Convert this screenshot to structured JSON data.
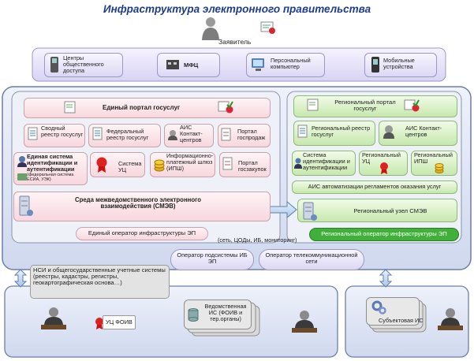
{
  "title": "Инфраструктура электронного правительства",
  "applicant": "Заявитель",
  "access": [
    {
      "label": "Центры общественного доступа",
      "icon": "public-access-terminal-icon"
    },
    {
      "label": "МФЦ",
      "icon": "mfc-office-icon"
    },
    {
      "label": "Персональный компьютер",
      "icon": "personal-computer-icon"
    },
    {
      "label": "Мобильные устройства",
      "icon": "mobile-phone-icon"
    }
  ],
  "federal": {
    "portal": "Единый портал госуслуг",
    "svodny": "Сводный реестр госуслуг",
    "federal_registry": "Федеральный реестр госуслуг",
    "ais_contact": "АИС Контакт-центров",
    "procurement_portal": "Портал госпродаж",
    "esia": "Единая система идентификации и аутентификации",
    "esia_note": "(федеральная система ЕСИА, УЭК)",
    "uc_system": "Система УЦ",
    "payment_gateway": "Информационно-платежный шлюз (ИПШ)",
    "zakupok_portal": "Портал госзакупок",
    "smev": "Среда межведомственного электронного взаимодействия (СМЭВ)",
    "operator": "Единый оператор инфраструктуры ЭП"
  },
  "regional": {
    "portal": "Региональный портал госуслуг",
    "registry": "Региональный реестр госуслуг",
    "ais_contact": "АИС Контакт-центров",
    "id_system": "Система идентификации и аутентификации",
    "uc": "Региональный УЦ",
    "ipsh": "Региональный ИПШ",
    "ais_auto": "АИС автоматизации регламентов оказания услуг",
    "smev_node": "Региональный узел СМЭВ",
    "operator": "Региональный оператор инфраструктуры ЭП"
  },
  "network_note": "(сеть, ЦОДы, ИБ, мониторинг)",
  "ib_operator": "Оператор подсистемы ИБ ЭП",
  "telecom_operator": "Оператор телекоммуникационной сети",
  "nsi": "НСИ и общегосударственные учетные системы (реестры, кадастры, регистры, геокартографическая основа…)",
  "bottom": {
    "uc_foiv": "УЦ ФОИВ",
    "vedom": "Ведомственная ИС (ФОИВ и тер.органы)",
    "subject_is": "Субъектовая ИС"
  },
  "colors": {
    "title": "#1f3d8a",
    "pink": "#f7d7de",
    "green": "#c7e8ad",
    "lavender": "#dcd8f4",
    "frame": "#6e7da8"
  }
}
